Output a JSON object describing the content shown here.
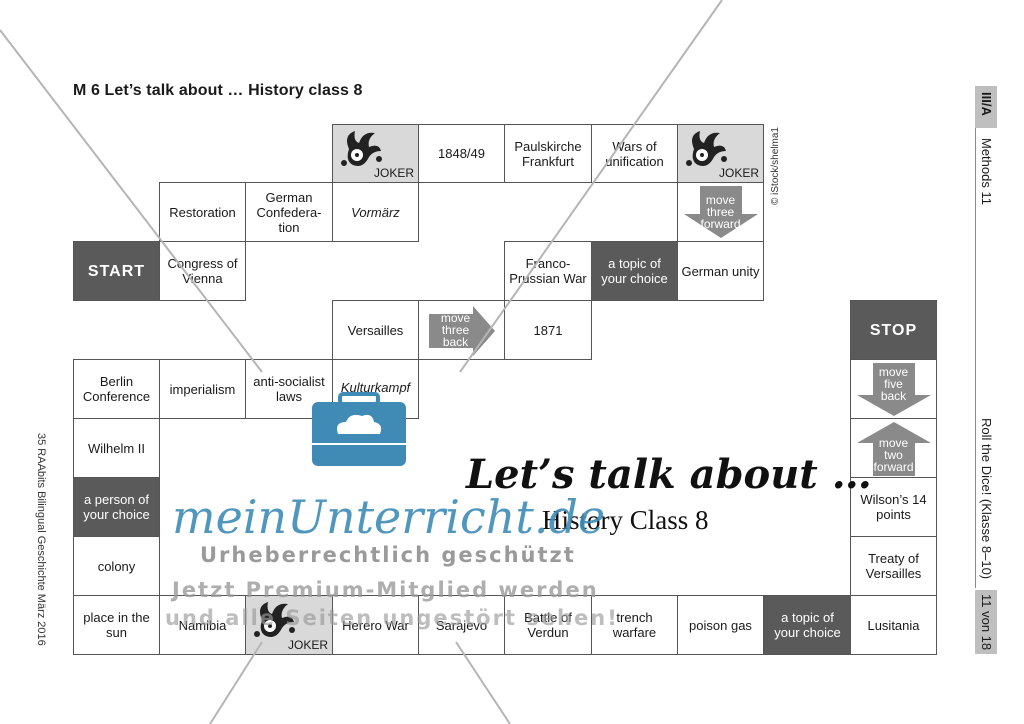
{
  "header": {
    "title": "M 6   Let’s talk about … History class 8"
  },
  "board": {
    "row1": {
      "joker1": "JOKER",
      "c1": "1848/49",
      "c2": "Paulskirche Frankfurt",
      "c3": "Wars of unification",
      "joker2": "JOKER"
    },
    "row2": {
      "c1": "Restoration",
      "c2": "German Confedera-tion",
      "c3": "Vormärz"
    },
    "arrow_forward3": "move three forward",
    "row3": {
      "start": "START",
      "c1": "Congress of Vienna",
      "c2": "Franco-Prussian War",
      "c3": "a topic of your choice",
      "c4": "German unity"
    },
    "row4": {
      "c1": "Versailles",
      "arrow_back3": "move three back",
      "c2": "1871",
      "stop": "STOP"
    },
    "arrow_back5": "move five back",
    "row5": {
      "c1": "Berlin Conference",
      "c2": "imperialism",
      "c3": "anti-socialist laws",
      "c4": "Kulturkampf"
    },
    "arrow_forward2": "move two forward",
    "col_left": {
      "c1": "Wilhelm II",
      "c2": "a person of your choice",
      "c3": "colony"
    },
    "col_right": {
      "c1": "Wilson’s 14 points",
      "c2": "Treaty of Versailles"
    },
    "bottom": {
      "c1": "place in the sun",
      "c2": "Namibia",
      "joker": "JOKER",
      "c3": "Herero War",
      "c4": "Sarajevo",
      "c5": "Battle of Verdun",
      "c6": "trench warfare",
      "c7": "poison gas",
      "c8": "a topic of your choice",
      "c9": "Lusitania"
    }
  },
  "center": {
    "headline": "Let’s talk about …",
    "subheadline": "History Class 8"
  },
  "watermark": {
    "brand": "meinUnterricht.de",
    "line1": "Urheberrechtlich geschützt",
    "line2": "Jetzt Premium-Mitglied werden",
    "line3": "und alle Seiten ungestört sehen!"
  },
  "credit": "© iStock/shelma1",
  "sidebar": {
    "section": "III/A",
    "methods": "Methods 11",
    "topic": "Roll the Dice! (Klasse 8–10)",
    "page": "11 von 18"
  },
  "footer": {
    "left": "35 RAAbits Bilingual Geschichte März 2016"
  },
  "colors": {
    "dark_cell": "#5a5a5a",
    "joker_bg": "#d9d9d9",
    "arrow": "#8a8a8a",
    "watermark_blue": "#3f8bb5"
  }
}
